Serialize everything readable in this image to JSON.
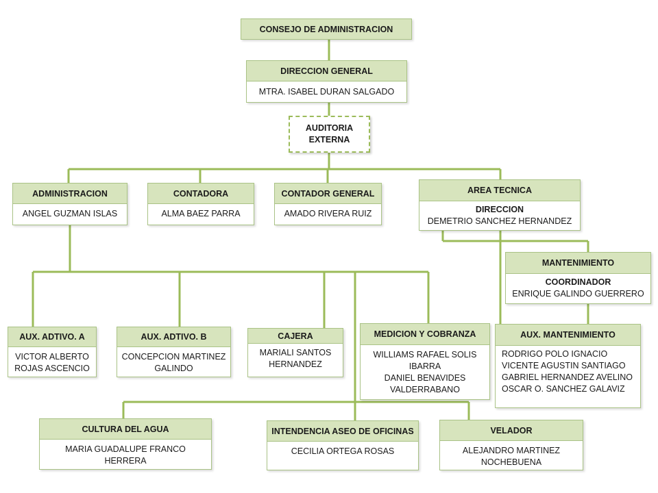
{
  "colors": {
    "line": "#9bbb59",
    "header_fill": "#d7e4bd",
    "border": "#a9c285"
  },
  "consejo": {
    "title": "CONSEJO DE ADMINISTRACION"
  },
  "direccion_general": {
    "title": "DIRECCION GENERAL",
    "name": "MTRA. ISABEL DURAN SALGADO"
  },
  "auditoria": {
    "line1": "AUDITORIA",
    "line2": "EXTERNA"
  },
  "administracion": {
    "title": "ADMINISTRACION",
    "name": "ANGEL GUZMAN ISLAS"
  },
  "contadora": {
    "title": "CONTADORA",
    "name": "ALMA BAEZ PARRA"
  },
  "contador_general": {
    "title": "CONTADOR GENERAL",
    "name": "AMADO RIVERA RUIZ"
  },
  "area_tecnica": {
    "title": "AREA TECNICA",
    "role": "DIRECCION",
    "name": "DEMETRIO  SANCHEZ HERNANDEZ"
  },
  "mantenimiento": {
    "title": "MANTENIMIENTO",
    "role": "COORDINADOR",
    "name": "ENRIQUE GALINDO GUERRERO"
  },
  "aux_mantenimiento": {
    "title": "AUX.  MANTENIMIENTO",
    "names": [
      "RODRIGO POLO IGNACIO",
      "VICENTE AGUSTIN SANTIAGO",
      "GABRIEL HERNANDEZ AVELINO",
      "OSCAR O. SANCHEZ GALAVIZ"
    ]
  },
  "aux_a": {
    "title": "AUX. ADTIVO.  A",
    "line1": "VICTOR ALBERTO",
    "line2": "ROJAS ASCENCIO"
  },
  "aux_b": {
    "title": "AUX. ADTIVO.  B",
    "line1": "CONCEPCION MARTINEZ",
    "line2": "GALINDO"
  },
  "cajera": {
    "title": "CAJERA",
    "line1": "MARIALI SANTOS",
    "line2": "HERNANDEZ"
  },
  "medicion": {
    "title": "MEDICION Y COBRANZA",
    "lines": [
      "WILLIAMS RAFAEL SOLIS",
      "IBARRA",
      "DANIEL BENAVIDES",
      "VALDERRABANO"
    ]
  },
  "cultura": {
    "title": "CULTURA DEL AGUA",
    "line1": "MARIA GUADALUPE  FRANCO",
    "line2": "HERRERA"
  },
  "intendencia": {
    "title": "INTENDENCIA ASEO DE OFICINAS",
    "name": "CECILIA ORTEGA ROSAS"
  },
  "velador": {
    "title": "VELADOR",
    "line1": "ALEJANDRO MARTINEZ",
    "line2": "NOCHEBUENA"
  }
}
